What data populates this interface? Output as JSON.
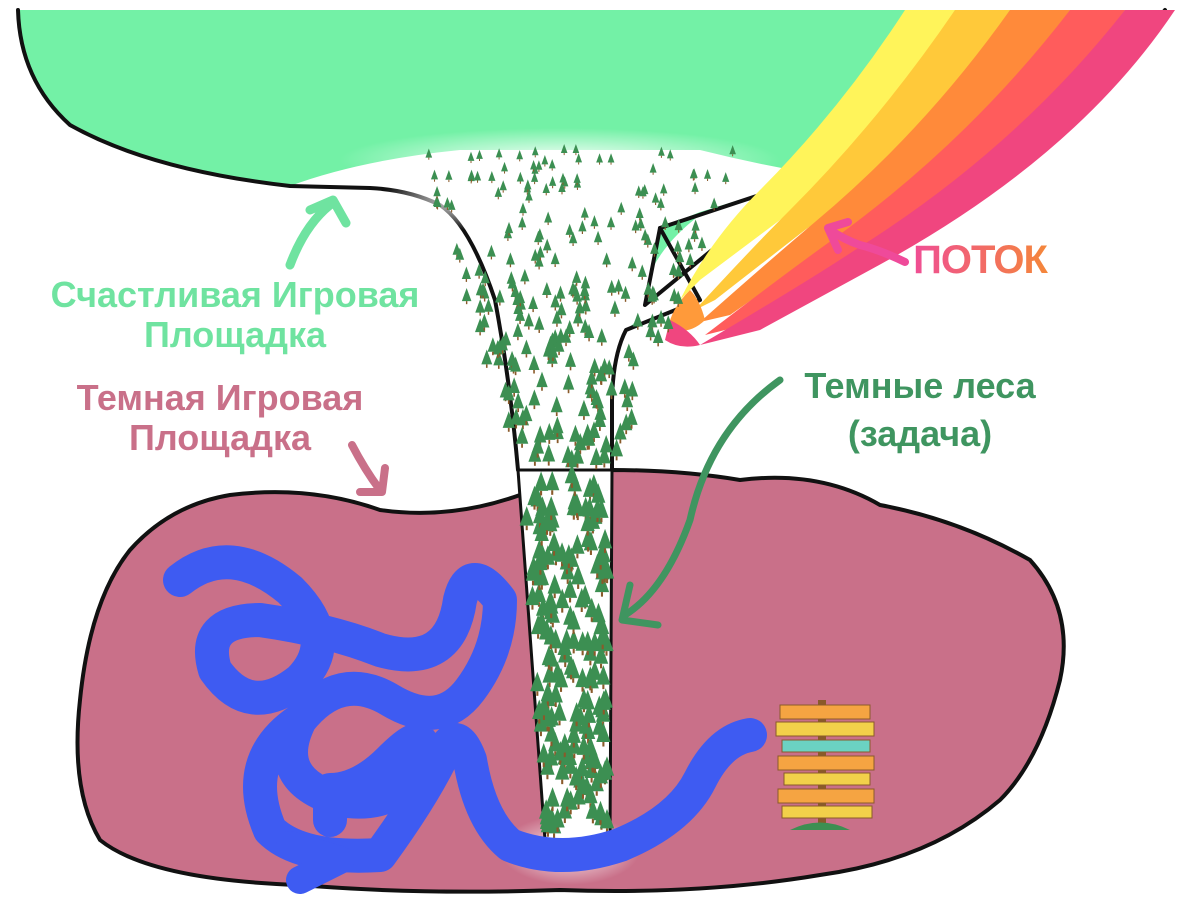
{
  "labels": {
    "happy_playground": {
      "line1": "Счастливая Игровая",
      "line2": "Площадка"
    },
    "dark_playground": {
      "line1": "Темная Игровая",
      "line2": "Площадка"
    },
    "flow": "ПОТОК",
    "dark_forest": {
      "line1": "Темные леса",
      "line2": "(задача)"
    }
  },
  "colors": {
    "happy_area": "#73f1a6",
    "happy_label": "#6fe3a0",
    "dark_area": "#c97089",
    "dark_label": "#c97089",
    "flow_label_start": "#ef4a9a",
    "flow_label_end": "#f58a35",
    "forest_label": "#3f9560",
    "tree": "#3c8f52",
    "trunk": "#8a5a2a",
    "scribble": "#3e5bf2",
    "outline": "#111111"
  },
  "icons": [
    "arrow-to-happy-icon",
    "arrow-to-dark-icon",
    "arrow-to-flow-icon",
    "arrow-to-forest-icon",
    "signpost-icon",
    "rainbow-icon"
  ]
}
